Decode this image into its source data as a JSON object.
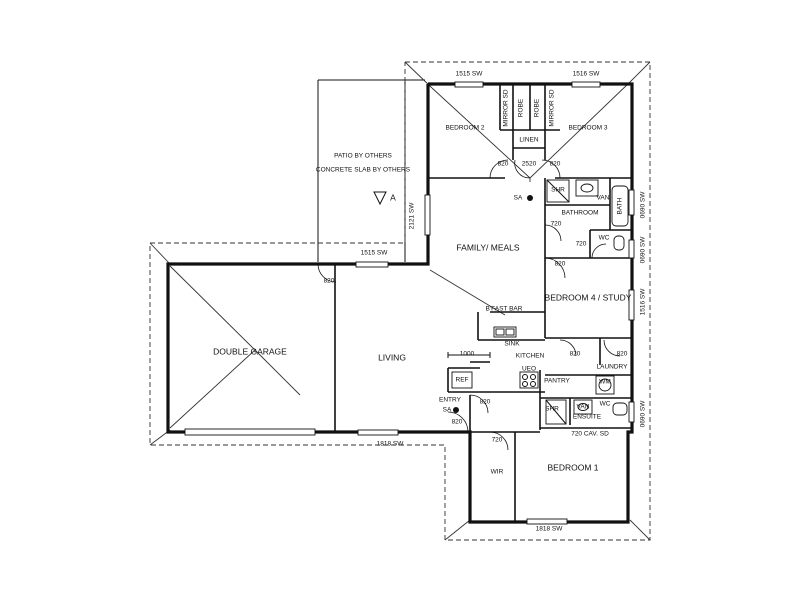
{
  "rooms": {
    "bedroom2": "BEDROOM 2",
    "bedroom3": "BEDROOM 3",
    "linen": "LINEN",
    "robe_left": "ROBE",
    "robe_right": "ROBE",
    "mirror_sd_left": "MIRROR SD",
    "mirror_sd_right": "MIRROR SD",
    "shr_top": "SHR",
    "van_top": "VAN",
    "bath": "BATH",
    "bathroom": "BATHROOM",
    "wc_top": "WC",
    "family_meals": "FAMILY/ MEALS",
    "bedroom4": "BEDROOM 4 / STUDY",
    "bfast_bar": "B'FAST BAR",
    "kitchen": "KITCHEN",
    "laundry": "LAUNDRY",
    "wm": "WM",
    "pantry": "PANTRY",
    "ref": "REF",
    "ueo": "UEO",
    "sink": "SINK",
    "double_garage": "DOUBLE GARAGE",
    "living": "LIVING",
    "entry": "ENTRY",
    "shr_ensuite": "SHR",
    "van_ensuite": "VAN",
    "ensuite": "ENSUITE",
    "wc_ensuite": "WC",
    "wir": "WIR",
    "bedroom1": "BEDROOM 1",
    "patio1": "PATIO BY OTHERS",
    "patio2": "CONCRETE SLAB BY OTHERS",
    "section_marker": "A"
  },
  "dims": {
    "d1515_top_left": "1515 SW",
    "d1516_top_right": "1516 SW",
    "d1515_mid": "1515 SW",
    "d1818_bottom": "1818 SW",
    "d1818_bed1": "1818 SW",
    "d2121_vert": "2121 SW",
    "d0690_a": "0690 SW",
    "d0690_b": "0690 SW",
    "d1516_vert": "1516 SW",
    "d0690_c": "0690 SW",
    "d1000": "1000",
    "d720_cav": "720 CAV. SD",
    "door_820_bed2": "820",
    "door_2520": "2520",
    "door_820_bed3": "820",
    "door_720_bath": "720",
    "door_720_wc": "720",
    "door_820_bed4": "820",
    "door_820_garage": "820",
    "door_820_kit": "820",
    "door_820_lau": "820",
    "door_820_entry": "820",
    "door_820_entry2": "820",
    "door_720_wir": "720",
    "sa_top": "SA",
    "sa_entry": "SA"
  }
}
